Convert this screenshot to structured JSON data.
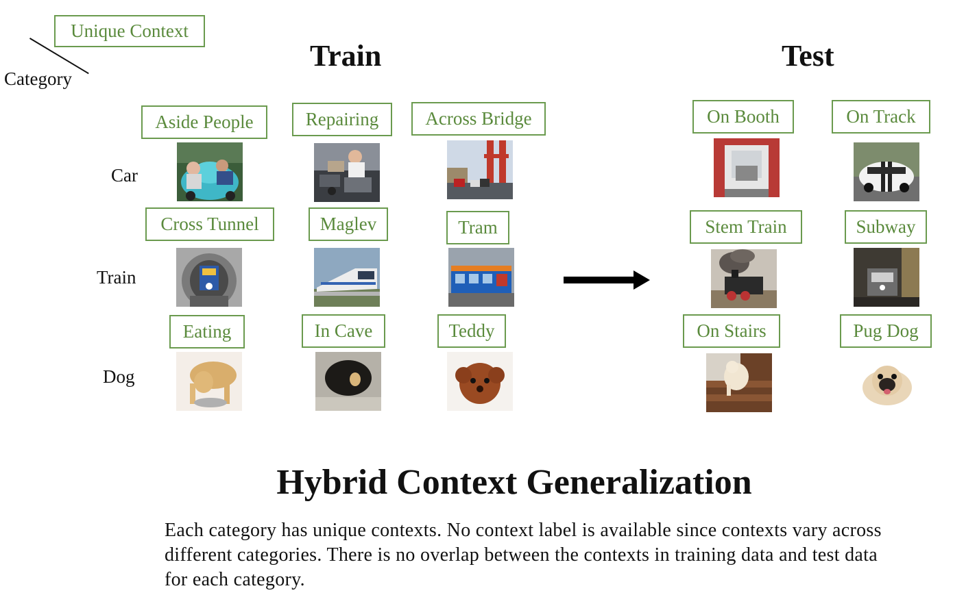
{
  "legend": {
    "context_label": "Unique Context",
    "category_label": "Category"
  },
  "sections": {
    "train": "Train",
    "test": "Test"
  },
  "rows": [
    {
      "category": "Car",
      "train_contexts": [
        "Aside People",
        "Repairing",
        "Across Bridge"
      ],
      "test_contexts": [
        "On Booth",
        "On Track"
      ]
    },
    {
      "category": "Train",
      "train_contexts": [
        "Cross Tunnel",
        "Maglev",
        "Tram"
      ],
      "test_contexts": [
        "Stem Train",
        "Subway"
      ]
    },
    {
      "category": "Dog",
      "train_contexts": [
        "Eating",
        "In Cave",
        "Teddy"
      ],
      "test_contexts": [
        "On Stairs",
        "Pug Dog"
      ]
    }
  ],
  "title": "Hybrid Context Generalization",
  "description": "Each category has unique contexts. No context label is available since contexts vary across different categories. There is no overlap between the contexts in training data and test data for each category.",
  "colors": {
    "context_text": "#5a8a3c",
    "context_border": "#6a9a4e",
    "arrow": "#000000"
  },
  "icons": {
    "arrow": "right-arrow-icon"
  }
}
